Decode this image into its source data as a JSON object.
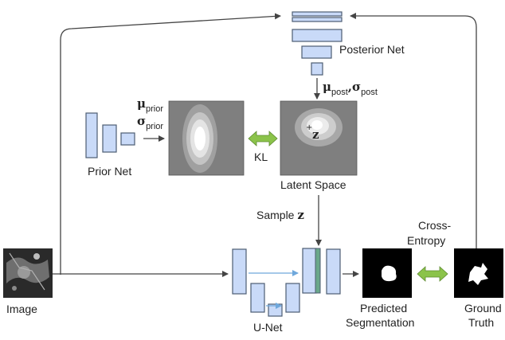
{
  "labels": {
    "posterior_net": "Posterior Net",
    "prior_net": "Prior Net",
    "latent_space": "Latent Space",
    "kl": "KL",
    "sample": "Sample",
    "z": "z",
    "unet": "U-Net",
    "image": "Image",
    "predicted_line1": "Predicted",
    "predicted_line2": "Segmentation",
    "ground_line1": "Ground",
    "ground_line2": "Truth",
    "cross_line1": "Cross-",
    "cross_line2": "Entropy",
    "mu": "μ",
    "sigma": "σ",
    "prior_sub": "prior",
    "post_sub": "post",
    "comma": ","
  },
  "colors": {
    "block_fill": "#c9daf8",
    "block_stroke": "#4d5d73",
    "latent_bg": "#7f7f7f",
    "double_arrow": "#8bc34a",
    "skip_arrow": "#6fa8dc",
    "unet_dark_block": "#6aa88a"
  }
}
